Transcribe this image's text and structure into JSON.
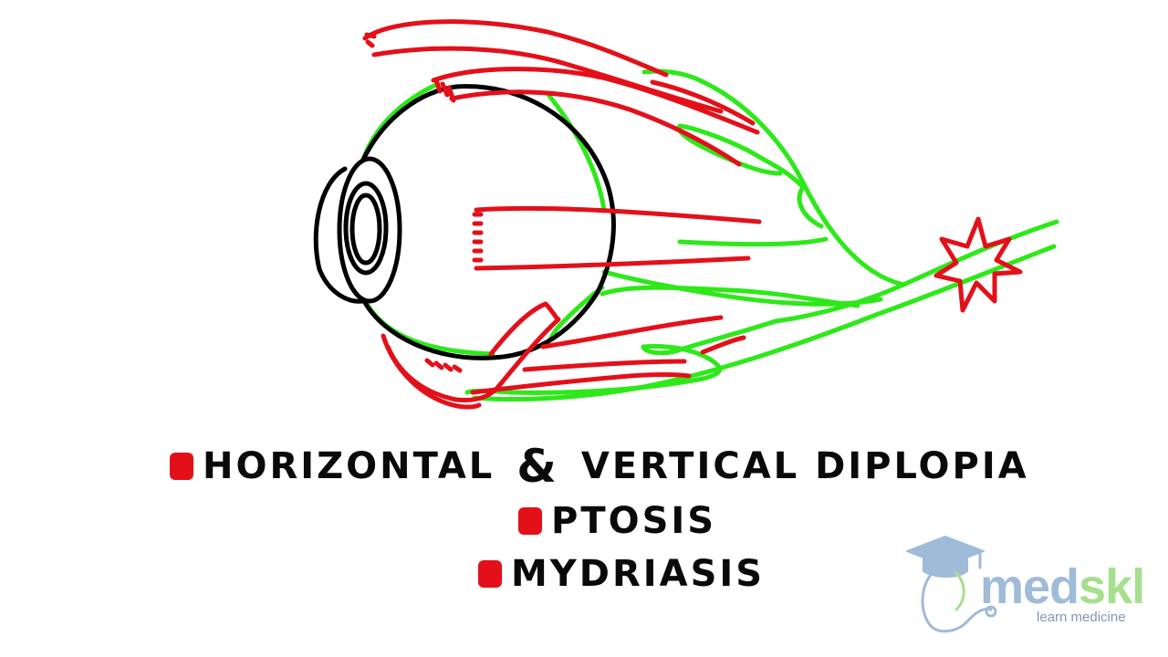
{
  "symptoms": {
    "items": [
      {
        "part1": "HORIZONTAL",
        "connector": "&",
        "part2": "VERTICAL DIPLOPIA"
      },
      {
        "text": "PTOSIS"
      },
      {
        "text": "MYDRIASIS"
      }
    ],
    "bullet_color": "#e3101a"
  },
  "logo": {
    "name_part1": "med",
    "name_part2": "skl",
    "tagline": "learn medicine",
    "colors": {
      "med": "#9fbbd8",
      "skl": "#a6df8e"
    }
  },
  "diagram_colors": {
    "outline": "#000000",
    "muscle": "#e3101a",
    "nerve": "#2ee81a",
    "lesion": "#e3101a"
  }
}
